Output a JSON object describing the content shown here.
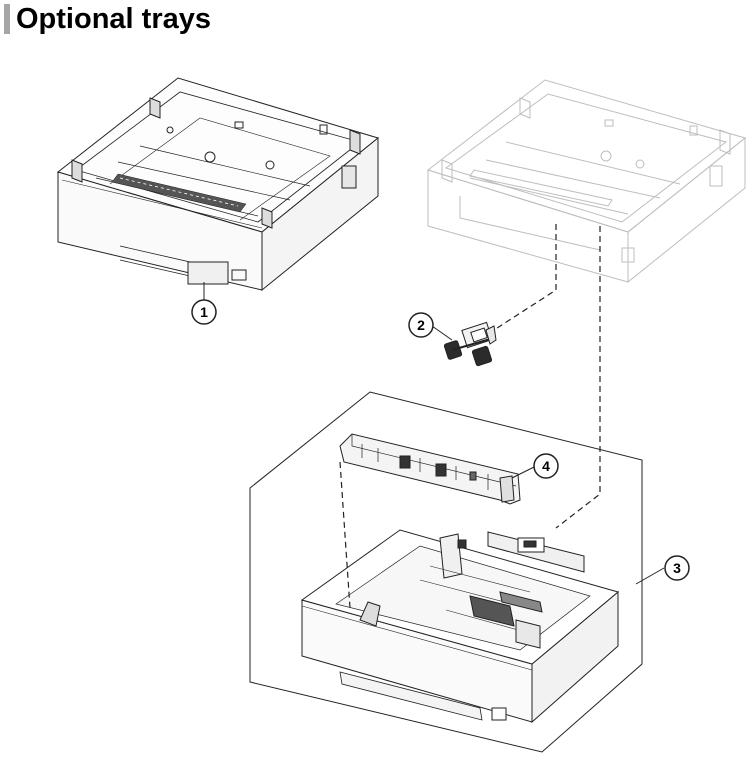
{
  "heading": {
    "title": "Optional trays"
  },
  "colors": {
    "heading_bar": "#a6a6a6",
    "ink": "#222222",
    "ghost": "#bdbdbd"
  },
  "callouts": [
    {
      "id": "1",
      "label": "1"
    },
    {
      "id": "2",
      "label": "2"
    },
    {
      "id": "3",
      "label": "3"
    },
    {
      "id": "4",
      "label": "4"
    }
  ],
  "icons": [
    "tray-assembly-icon",
    "pick-roller-icon",
    "paper-tray-icon",
    "guide-assembly-icon"
  ]
}
